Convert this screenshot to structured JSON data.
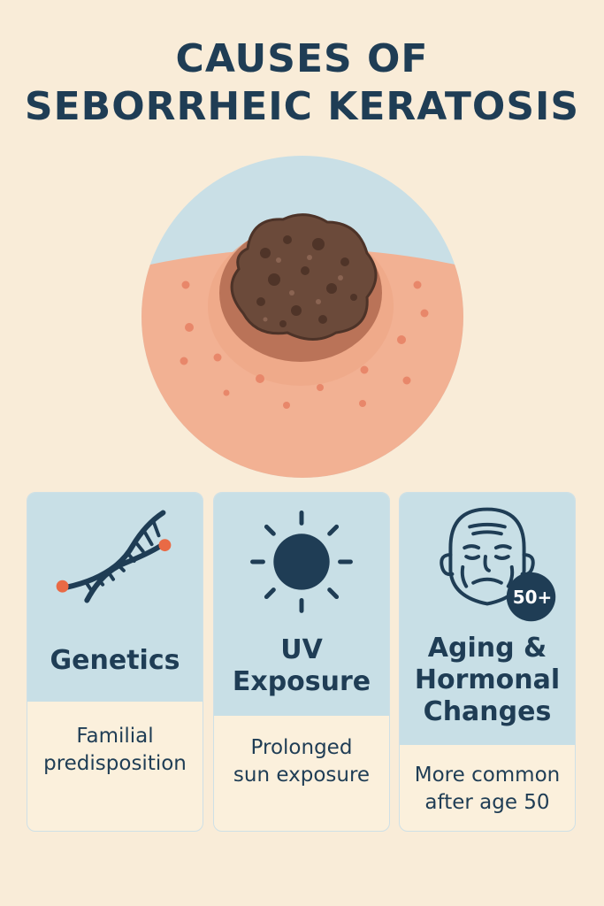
{
  "title": {
    "line1": "CAUSES OF",
    "line2": "SEBORRHEIC KERATOSIS"
  },
  "colors": {
    "background": "#f9ecd8",
    "title": "#1f3d55",
    "card_header": "#c8dfe6",
    "skin": "#f3b394",
    "lesion": "#6b4a3a",
    "accent_dot": "#e96a45"
  },
  "cards": [
    {
      "icon": "dna-icon",
      "heading": [
        "Genetics"
      ],
      "description": [
        "Familial",
        "predisposition"
      ]
    },
    {
      "icon": "sun-icon",
      "heading": [
        "UV",
        "Exposure"
      ],
      "description": [
        "Prolonged",
        "sun exposure"
      ]
    },
    {
      "icon": "elderly-face-icon",
      "badge": "50+",
      "heading": [
        "Aging &",
        "Hormonal",
        "Changes"
      ],
      "description": [
        "More common",
        "after age 50"
      ]
    }
  ]
}
